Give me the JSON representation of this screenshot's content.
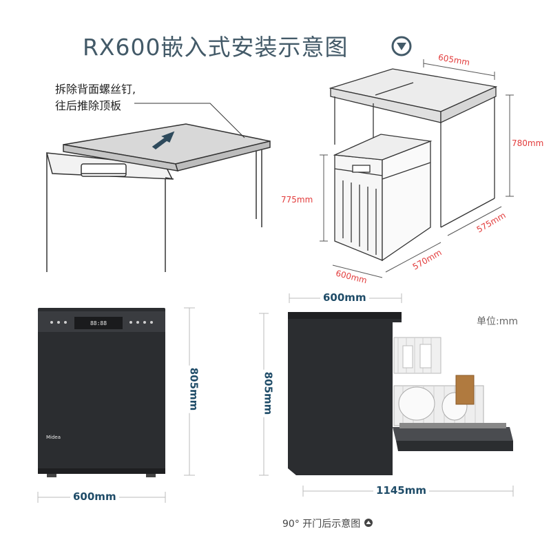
{
  "title": "RX600嵌入式安装示意图",
  "note": {
    "line1": "拆除背面螺丝钉,",
    "line2": "往后推除顶板"
  },
  "dims_install": {
    "cabinet_width": "605mm",
    "cabinet_height": "780mm",
    "cabinet_depth": "575mm",
    "machine_height": "775mm",
    "machine_depth": "570mm",
    "machine_width": "600mm"
  },
  "dims_front": {
    "width": "600mm",
    "height": "805mm"
  },
  "dims_side": {
    "width": "600mm",
    "height": "805mm",
    "open_depth": "1145mm"
  },
  "unit_label": "单位:mm",
  "caption": "90° 开门后示意图",
  "brand": "Midea",
  "colors": {
    "title": "#435a68",
    "dimension_red": "#e23b3b",
    "dimension_blue": "#1f4c68",
    "appliance": "#2b2d30"
  },
  "icons": {
    "title_icon": "down-triangle-circle-icon",
    "caption_icon": "up-triangle-circle-icon"
  }
}
